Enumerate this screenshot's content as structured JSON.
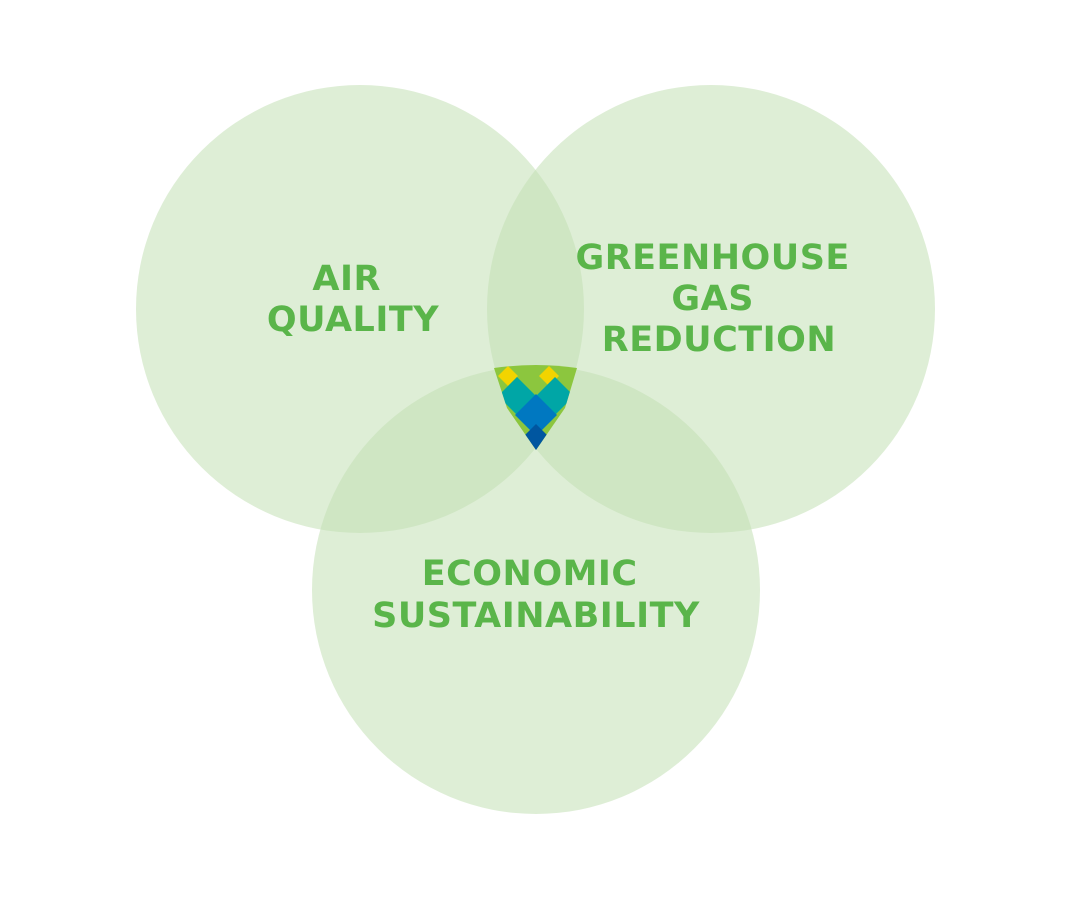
{
  "colors": {
    "circle_fill": "#c2e0b4",
    "label_text": "#5ab54a",
    "mosaic_yellow": "#f2d400",
    "mosaic_green": "#8cc63e",
    "mosaic_teal": "#00a6a6",
    "mosaic_blue": "#0078c1",
    "mosaic_dark_blue": "#0056a0"
  },
  "circles": [
    {
      "id": "air-quality",
      "label_lines": [
        "AIR",
        "QUALITY"
      ]
    },
    {
      "id": "greenhouse-gas-reduction",
      "label_lines": [
        "GREENHOUSE",
        "GAS",
        "REDUCTION"
      ]
    },
    {
      "id": "economic-sustainability",
      "label_lines": [
        "ECONOMIC",
        "SUSTAINABILITY"
      ]
    }
  ],
  "center_icon": "diamond-mosaic-icon"
}
